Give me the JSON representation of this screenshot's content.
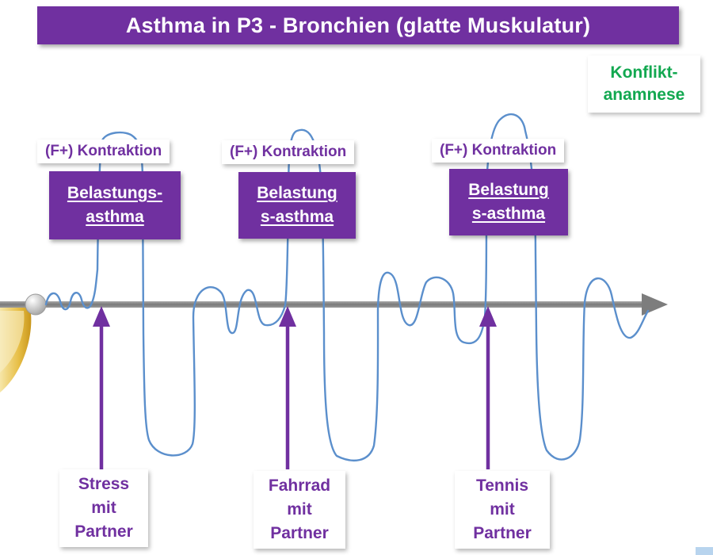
{
  "title": "Asthma in P3 - Bronchien (glatte Muskulatur)",
  "konflikt_label_lines": [
    "Konflikt-",
    "anamnese"
  ],
  "phases": [
    {
      "contraction_label": "(F+) Kontraktion",
      "diagnosis_lines": [
        "Belastungs-",
        "asthma"
      ],
      "trigger_lines": [
        "Stress",
        "mit",
        "Partner"
      ]
    },
    {
      "contraction_label": "(F+) Kontraktion",
      "diagnosis_lines": [
        "Belastung",
        "s-asthma"
      ],
      "trigger_lines": [
        "Fahrrad",
        "mit",
        "Partner"
      ]
    },
    {
      "contraction_label": "(F+) Kontraktion",
      "diagnosis_lines": [
        "Belastung",
        "s-asthma"
      ],
      "trigger_lines": [
        "Tennis",
        "mit",
        "Partner"
      ]
    }
  ],
  "colors": {
    "purple": "#7030a0",
    "curve": "#5b8fcc",
    "axis": "#808080",
    "green": "#12a850",
    "ball": "#d8d8d8",
    "gold": "#e0b030"
  }
}
